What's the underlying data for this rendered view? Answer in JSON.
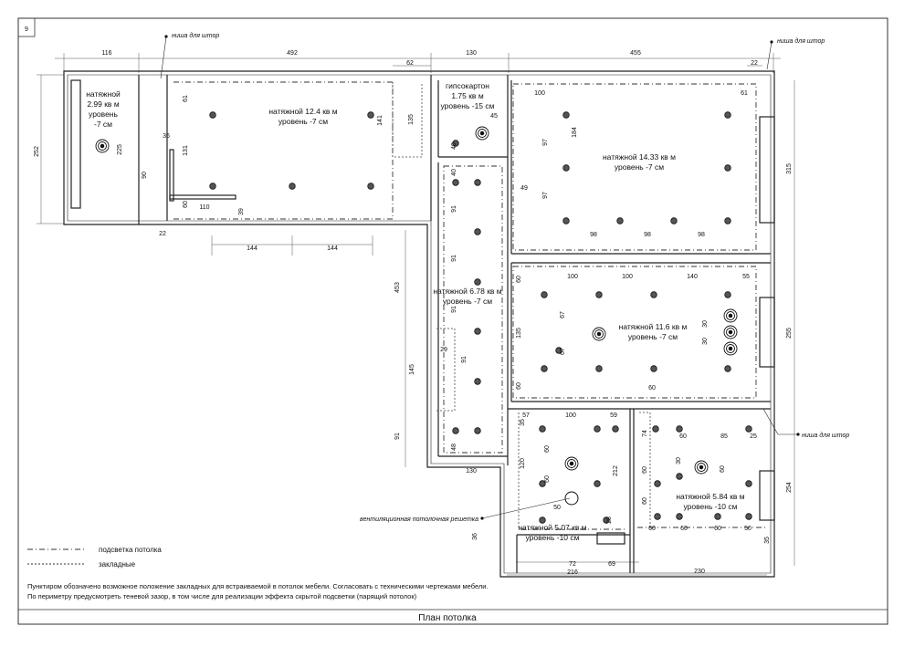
{
  "sheet": {
    "number": "9",
    "title": "План потолка",
    "notes": [
      "Пунктиром обозначено возможное положение закладных для встраиваемой в потолок мебели. Согласовать с техническими чертежами мебели.",
      "По периметру предусмотреть теневой зазор, в том числе для реализации эффекта скрытой подсветки (парящий потолок)"
    ]
  },
  "legend": [
    {
      "label": "подсветка потолка",
      "style": "dash-dot"
    },
    {
      "label": "закладные",
      "style": "dotted"
    }
  ],
  "callouts": {
    "curtain_niche_1": "ниша для штор",
    "curtain_niche_2": "ниша для штор",
    "curtain_niche_3": "ниша для штор",
    "vent": "вентиляционная потолочная решетка"
  },
  "rooms": {
    "r1": {
      "line1": "натяжной",
      "line2": "2.99 кв м",
      "line3": "уровень",
      "line4": "-7 см"
    },
    "r2": {
      "line1": "натяжной 12.4 кв м",
      "line2": "уровень -7 см"
    },
    "r3": {
      "line1": "гипсокартон",
      "line2": "1.75 кв м",
      "line3": "уровень -15 см"
    },
    "r4": {
      "line1": "натяжной 14.33 кв м",
      "line2": "уровень -7 см"
    },
    "r5": {
      "line1": "натяжной 6.78 кв м",
      "line2": "уровень -7 см"
    },
    "r6": {
      "line1": "натяжной 11.6 кв м",
      "line2": "уровень -7 см"
    },
    "r7": {
      "line1": "натяжной 5.07 кв м",
      "line2": "уровень -10 см"
    },
    "r8": {
      "line1": "натяжной 5.84 кв м",
      "line2": "уровень -10 см"
    }
  },
  "dims": {
    "d116": "116",
    "d492": "492",
    "d130a": "130",
    "d455": "455",
    "d62": "62",
    "d22a": "22",
    "d252": "252",
    "d225": "225",
    "d90": "90",
    "d36": "36",
    "d61a": "61",
    "d131": "131",
    "d60a": "60",
    "d110": "110",
    "d39": "39",
    "d22b": "22",
    "d144a": "144",
    "d144b": "144",
    "d135a": "135",
    "d141": "141",
    "d45": "45",
    "d40a": "40",
    "d40b": "40",
    "d91a": "91",
    "d91b": "91",
    "d91c": "91",
    "d453": "453",
    "d145": "145",
    "d91d": "91",
    "d29": "29",
    "d91e": "91",
    "d48": "48",
    "d130b": "130",
    "d100a": "100",
    "d61b": "61",
    "d97a": "97",
    "d184": "184",
    "d49": "49",
    "d97b": "97",
    "d98a": "98",
    "d98b": "98",
    "d98c": "98",
    "d315": "315",
    "d100b": "100",
    "d100c": "100",
    "d140": "140",
    "d55": "55",
    "d60b": "60",
    "d67a": "67",
    "d135b": "135",
    "d67b": "67",
    "d30a": "30",
    "d30b": "30",
    "d60c": "60",
    "d60d": "60",
    "d255": "255",
    "d57": "57",
    "d100d": "100",
    "d59": "59",
    "d35a": "35",
    "d60e": "60",
    "d120": "120",
    "d60f": "60",
    "d212": "212",
    "d50a": "50",
    "d28": "28",
    "d36b": "36",
    "d72": "72",
    "d69": "69",
    "d216": "216",
    "d74": "74",
    "d60g": "60",
    "d85": "85",
    "d25": "25",
    "d60h": "60",
    "d30c": "30",
    "d60i": "60",
    "d60j": "60",
    "d60k": "60",
    "d60l": "60",
    "d60m": "60",
    "d50b": "50",
    "d254": "254",
    "d35b": "35",
    "d230": "230"
  }
}
